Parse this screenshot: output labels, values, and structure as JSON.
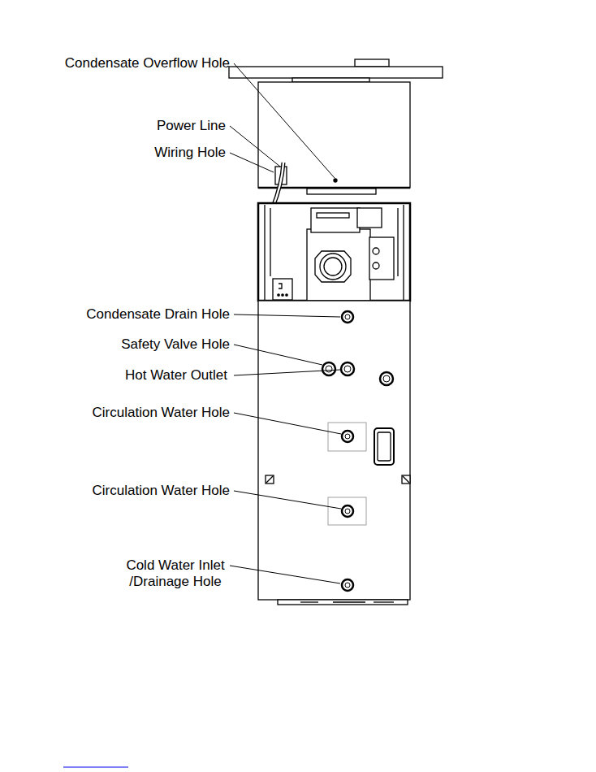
{
  "diagram": {
    "labels": [
      "Condensate Overflow Hole",
      "Power Line",
      "Wiring Hole",
      "Condensate Drain Hole",
      "Safety Valve Hole",
      "Hot Water Outlet",
      "Circulation Water Hole",
      "Circulation Water Hole",
      "Cold Water Inlet /Drainage Hole"
    ]
  }
}
